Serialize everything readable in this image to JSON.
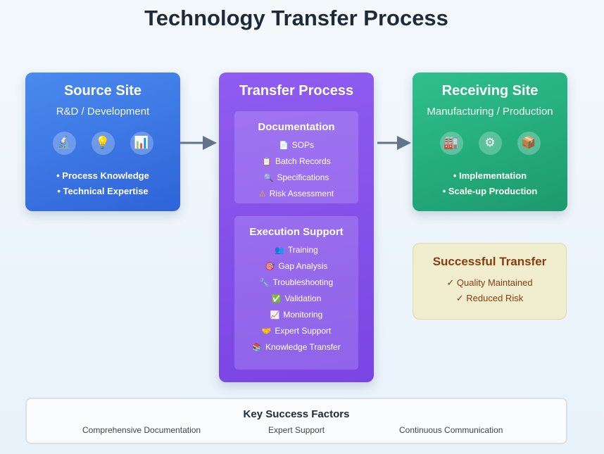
{
  "title": "Technology Transfer Process",
  "source": {
    "title": "Source Site",
    "subtitle": "R&D / Development",
    "icons": [
      {
        "name": "microscope-icon",
        "glyph": "🔬"
      },
      {
        "name": "lightbulb-icon",
        "glyph": "💡"
      },
      {
        "name": "bar-chart-icon",
        "glyph": "📊"
      }
    ],
    "bullets": [
      "• Process Knowledge",
      "• Technical Expertise"
    ]
  },
  "transfer": {
    "title": "Transfer Process",
    "documentation": {
      "title": "Documentation",
      "items": [
        {
          "icon": "page-icon",
          "glyph": "📄",
          "label": "SOPs"
        },
        {
          "icon": "clipboard-icon",
          "glyph": "📋",
          "label": "Batch Records"
        },
        {
          "icon": "magnifier-icon",
          "glyph": "🔍",
          "label": "Specifications"
        },
        {
          "icon": "warning-icon",
          "glyph": "⚠",
          "label": "Risk Assessment"
        }
      ]
    },
    "execution": {
      "title": "Execution Support",
      "items": [
        {
          "icon": "people-icon",
          "glyph": "👥",
          "label": "Training"
        },
        {
          "icon": "target-icon",
          "glyph": "🎯",
          "label": "Gap Analysis"
        },
        {
          "icon": "wrench-icon",
          "glyph": "🔧",
          "label": "Troubleshooting"
        },
        {
          "icon": "checkbox-icon",
          "glyph": "✅",
          "label": "Validation"
        },
        {
          "icon": "trend-chart-icon",
          "glyph": "📈",
          "label": "Monitoring"
        },
        {
          "icon": "handshake-icon",
          "glyph": "🤝",
          "label": "Expert Support"
        },
        {
          "icon": "books-icon",
          "glyph": "📚",
          "label": "Knowledge Transfer"
        }
      ]
    }
  },
  "receiving": {
    "title": "Receiving Site",
    "subtitle": "Manufacturing / Production",
    "icons": [
      {
        "name": "factory-icon",
        "glyph": "🏭"
      },
      {
        "name": "gear-icon",
        "glyph": "⚙"
      },
      {
        "name": "package-icon",
        "glyph": "📦"
      }
    ],
    "bullets": [
      "• Implementation",
      "• Scale-up Production"
    ]
  },
  "success": {
    "title": "Successful Transfer",
    "items": [
      "✓ Quality Maintained",
      "✓ Reduced Risk"
    ]
  },
  "factors": {
    "title": "Key Success Factors",
    "items": [
      "Comprehensive Documentation",
      "Expert Support",
      "Continuous Communication"
    ]
  },
  "colors": {
    "source": "#3b74e6",
    "transfer": "#8450ea",
    "receiving": "#25ad7d",
    "success_text": "#8a3c0f",
    "arrow": "#64748b"
  }
}
